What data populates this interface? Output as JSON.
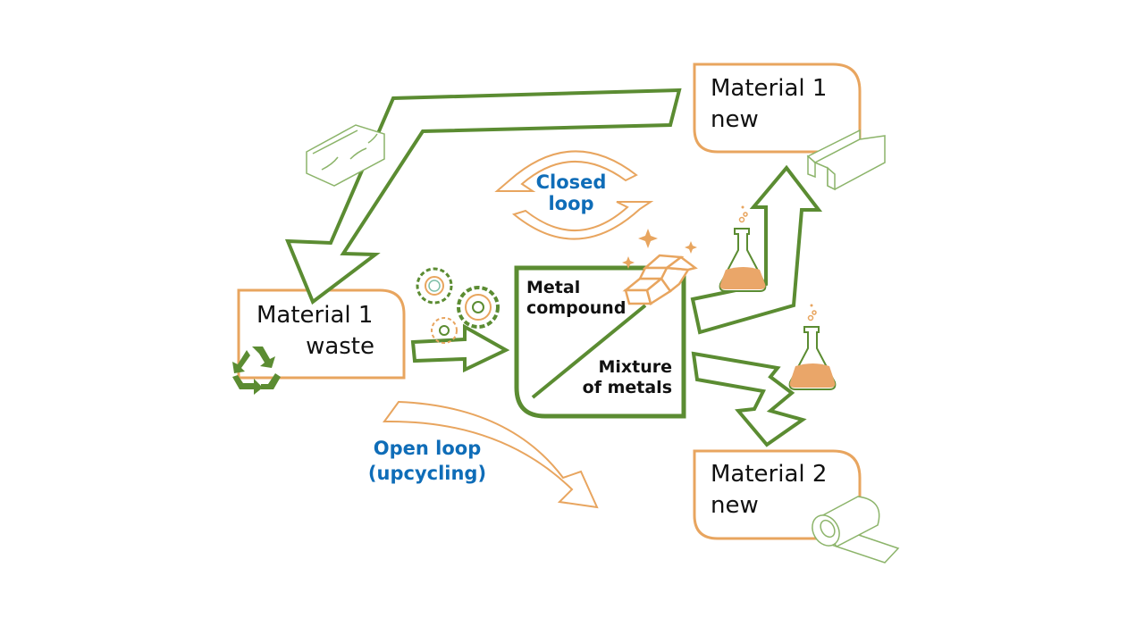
{
  "nodes": {
    "material1_waste": {
      "line1": "Material 1",
      "line2": "waste"
    },
    "material1_new": {
      "line1": "Material 1",
      "line2": "new"
    },
    "material2_new": {
      "line1": "Material 2",
      "line2": "new"
    },
    "reactor": {
      "metal_compound": {
        "line1": "Metal",
        "line2": "compound"
      },
      "mixture_of_metals": {
        "line1": "Mixture",
        "line2": "of metals"
      }
    }
  },
  "loops": {
    "closed": {
      "line1": "Closed",
      "line2": "loop"
    },
    "open": {
      "line1": "Open loop",
      "line2": "(upcycling)"
    }
  },
  "icons": [
    "recycle-icon",
    "gears-icon",
    "gold-bars-icon",
    "flask-icon",
    "beam-icon",
    "broken-beam-icon",
    "sheet-roll-icon",
    "sparkle-icon"
  ],
  "colors": {
    "green": "#5b8c32",
    "orange": "#e8a55f",
    "orange_fill": "#eaa669",
    "blue_text": "#0f6db8"
  }
}
